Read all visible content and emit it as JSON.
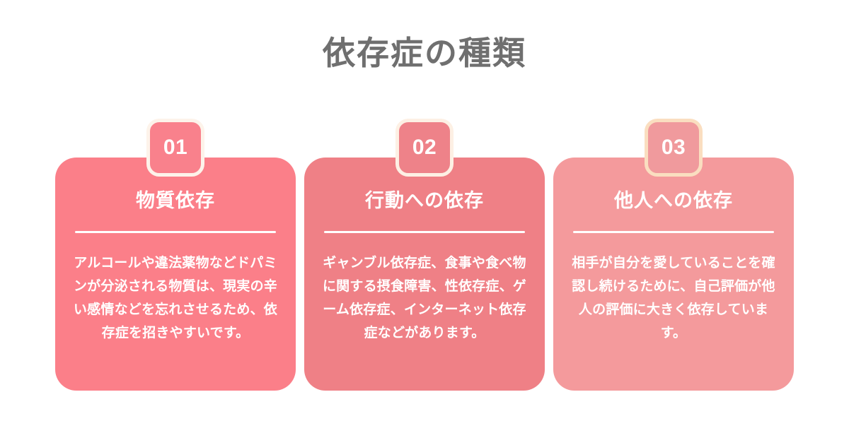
{
  "header": {
    "title": "依存症の種類",
    "title_color": "#6f6f6f"
  },
  "theme": {
    "background": "#ffffff",
    "text_on_card": "#ffffff",
    "divider_color": "#ffffff"
  },
  "cards": [
    {
      "number": "01",
      "title": "物質依存",
      "body": "アルコールや違法薬物などドパミンが分泌される物質は、現実の辛い感情などを忘れさせるため、依存症を招きやすいです。",
      "card_color": "#fb7f89",
      "badge_fill": "#f9818c",
      "badge_border": "#fdf3ea"
    },
    {
      "number": "02",
      "title": "行動への依存",
      "body": "ギャンブル依存症、食事や食べ物に関する摂食障害、性依存症、ゲーム依存症、インターネット依存症などがあります。",
      "card_color": "#ef8086",
      "badge_fill": "#ee8289",
      "badge_border": "#fdf0e4"
    },
    {
      "number": "03",
      "title": "他人への依存",
      "body": "相手が自分を愛していることを確認し続けるために、自己評価が他人の評価に大きく依存しています。",
      "card_color": "#f49a9c",
      "badge_fill": "#f09a9d",
      "badge_border": "#fadec0"
    }
  ]
}
